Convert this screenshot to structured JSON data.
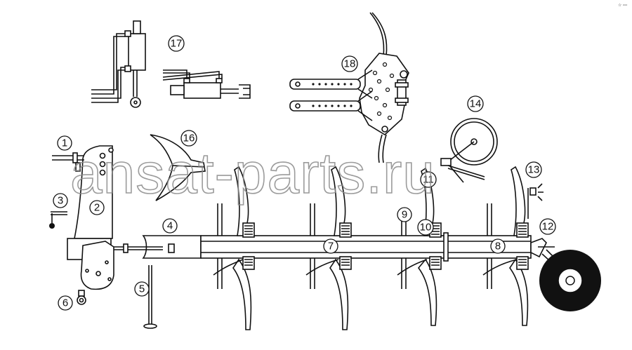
{
  "watermark": "ansat-parts.ru",
  "corner_mark": "☆ ▫▫▫",
  "callouts": [
    {
      "id": "1",
      "label": "1"
    },
    {
      "id": "2",
      "label": "2"
    },
    {
      "id": "3",
      "label": "3"
    },
    {
      "id": "4",
      "label": "4"
    },
    {
      "id": "5",
      "label": "5"
    },
    {
      "id": "6",
      "label": "6"
    },
    {
      "id": "7",
      "label": "7"
    },
    {
      "id": "8",
      "label": "8"
    },
    {
      "id": "9",
      "label": "9"
    },
    {
      "id": "10",
      "label": "10"
    },
    {
      "id": "11",
      "label": "11"
    },
    {
      "id": "12",
      "label": "12"
    },
    {
      "id": "13",
      "label": "13"
    },
    {
      "id": "14",
      "label": "14"
    },
    {
      "id": "16",
      "label": "16"
    },
    {
      "id": "17",
      "label": "17"
    },
    {
      "id": "18",
      "label": "18"
    }
  ]
}
